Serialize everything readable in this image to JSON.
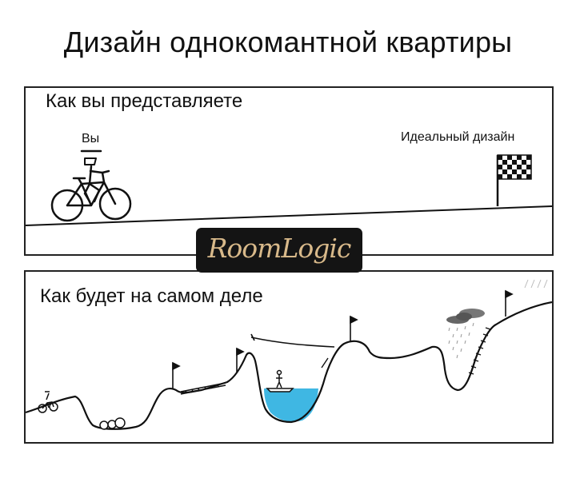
{
  "title": "Дизайн однокомантной квартиры",
  "panel_top": {
    "caption": "Как вы представляете",
    "label_you": "Вы",
    "label_ideal": "Идеальный дизайн"
  },
  "panel_bottom": {
    "caption": "Как будет на самом деле"
  },
  "logo": {
    "text": "RoomLogic",
    "color": "#d8b98a",
    "background": "#141414"
  },
  "water_color": "#3fb7e3"
}
